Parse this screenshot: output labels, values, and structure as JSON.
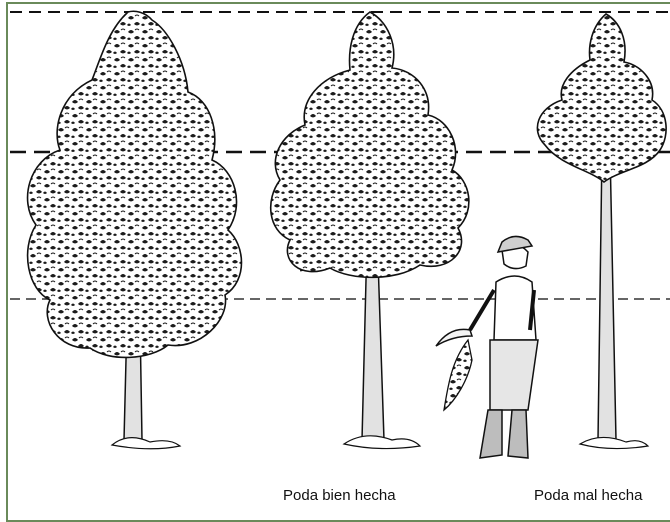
{
  "captions": {
    "good": "Poda bien hecha",
    "bad": "Poda mal hecha"
  },
  "colors": {
    "frame": "#6a8a5a",
    "ink": "#111111",
    "trunk": "#d9d9d9",
    "canopy": "#2a2a2a"
  },
  "icons": [
    "tree-unpruned",
    "tree-well-pruned",
    "tree-badly-pruned",
    "farmer-with-machete",
    "pruned-branches"
  ]
}
